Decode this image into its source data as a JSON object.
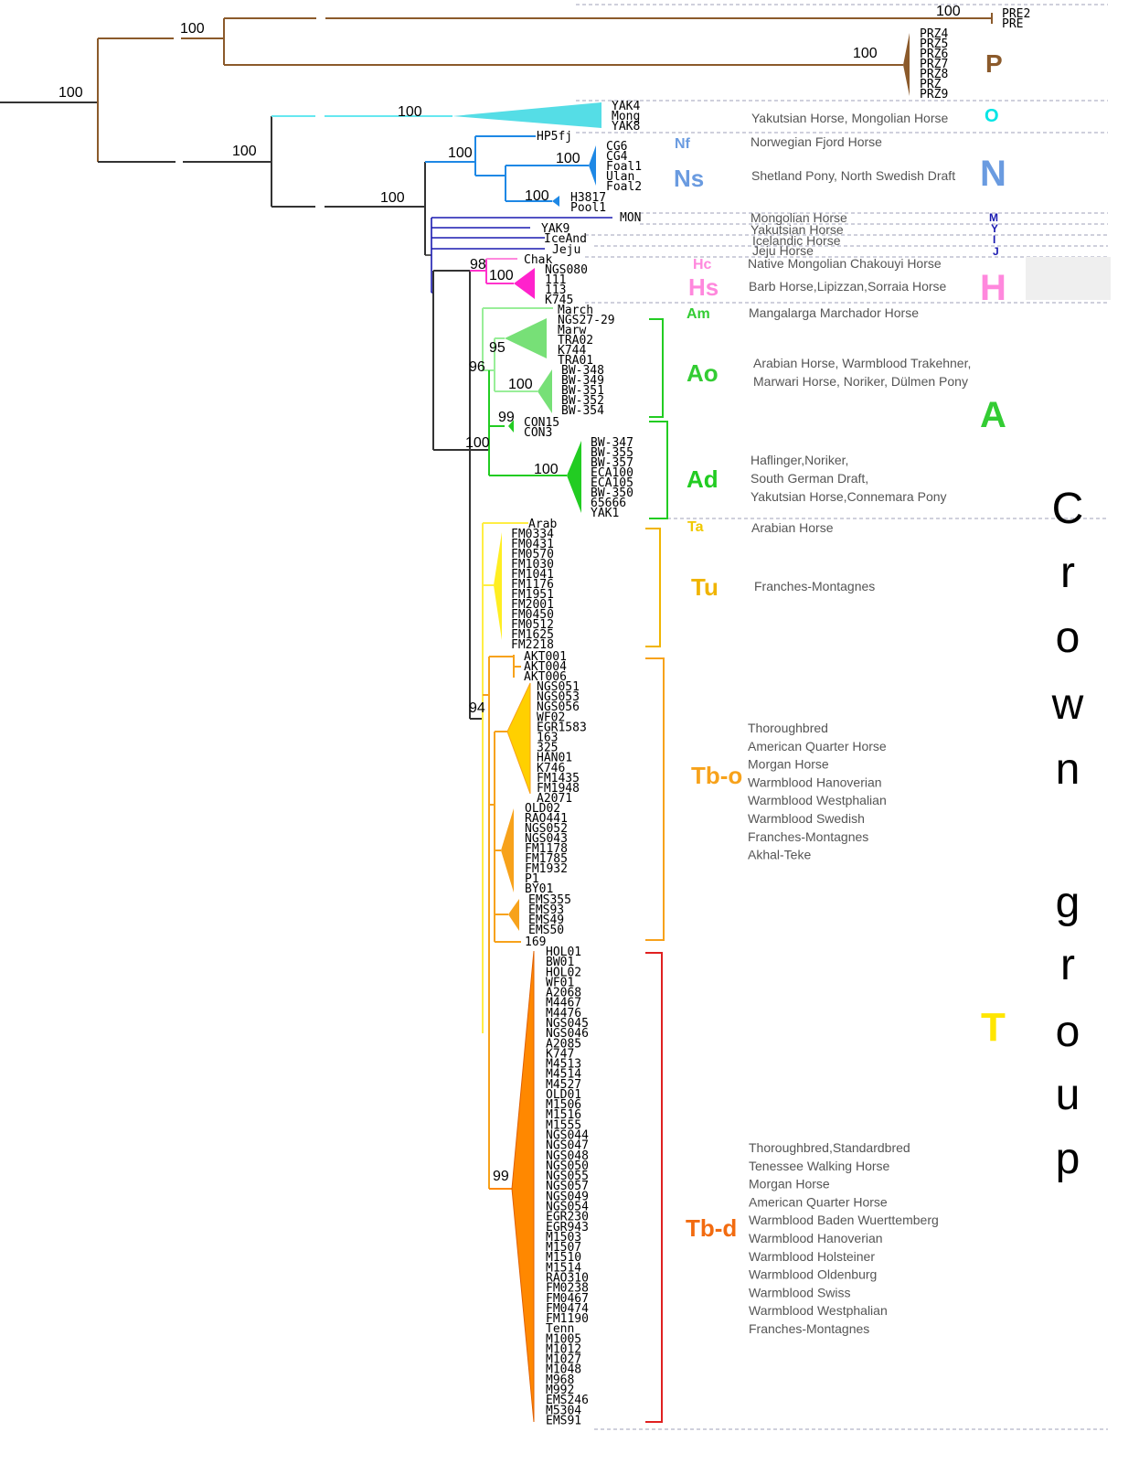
{
  "bootstrap": {
    "root": "100",
    "przewalski_pre": "100",
    "przewalski_pre2": "100",
    "przewalski_prz": "100",
    "o_clade": "100",
    "o_n_node": "100",
    "crown_node": "100",
    "n_clade": "100",
    "ns_upper": "100",
    "ns_lower": "100",
    "h_clade": "98",
    "hs": "100",
    "a_clade": "100",
    "ao_outer": "96",
    "ao_upper": "95",
    "ao_lower": "100",
    "ad_small": "99",
    "ad_big": "100",
    "t_clade": "94",
    "tb_d": "99"
  },
  "leaves": {
    "pre": [
      "PRE2",
      "PRE"
    ],
    "prz": [
      "PRZ4",
      "PRZ5",
      "PRZ6",
      "PRZ7",
      "PRZ8",
      "PRZ",
      "PRZ9"
    ],
    "o": [
      "YAK4",
      "Mong",
      "YAK8"
    ],
    "n": [
      "HP5fj",
      "CG6",
      "CG4",
      "Foal1",
      "Ulan",
      "Foal2",
      "H3817",
      "Pool1"
    ],
    "mixed": [
      "MON",
      "YAK9",
      "IceAnd",
      "Jeju"
    ],
    "h": [
      "Chak",
      "NGS080",
      "111",
      "113",
      "K745"
    ],
    "ao": [
      "March",
      "NGS27-29",
      "Marw",
      "TRA02",
      "K744",
      "TRA01",
      "BW-348",
      "BW-349",
      "BW-351",
      "BW-352",
      "BW-354"
    ],
    "ad": [
      "CON15",
      "CON3",
      "BW-347",
      "BW-355",
      "BW-357",
      "ECA100",
      "ECA105",
      "BW-350",
      "65666",
      "YAK1"
    ],
    "tu": [
      "Arab",
      "FM0334",
      "FM0431",
      "FM0570",
      "FM1030",
      "FM1041",
      "FM1176",
      "FM1951",
      "FM2001",
      "FM0450",
      "FM0512",
      "FM1625",
      "FM2218"
    ],
    "tbo": [
      "AKT001",
      "AKT004",
      "AKT006",
      "NGS051",
      "NGS053",
      "NGS056",
      "WF02",
      "EGR1583",
      "163",
      "325",
      "HAN01",
      "K746",
      "FM1435",
      "FM1948",
      "A2071",
      "OLD02",
      "RAO441",
      "NGS052",
      "NGS043",
      "FM1178",
      "FM1785",
      "FM1932",
      "P1",
      "BY01",
      "EMS355",
      "EMS93",
      "EMS49",
      "EMS50",
      "169"
    ],
    "tbd": [
      "HOL01",
      "BW01",
      "HOL02",
      "WF01",
      "A2068",
      "M4467",
      "M4476",
      "NGS045",
      "NGS046",
      "A2085",
      "K747",
      "M4513",
      "M4514",
      "M4527",
      "OLD01",
      "M1506",
      "M1516",
      "M1555",
      "NGS044",
      "NGS047",
      "NGS048",
      "NGS050",
      "NGS055",
      "NGS057",
      "NGS049",
      "NGS054",
      "EGR230",
      "EGR943",
      "M1503",
      "M1507",
      "M1510",
      "M1514",
      "RAO310",
      "FM0238",
      "FM0467",
      "FM0474",
      "FM1190",
      "Tenn",
      "M1005",
      "M1012",
      "M1027",
      "M1048",
      "M968",
      "M992",
      "EMS246",
      "M5304",
      "EMS91"
    ]
  },
  "subclades": {
    "nf": "Nf",
    "ns": "Ns",
    "hc": "Hc",
    "hs": "Hs",
    "am": "Am",
    "ao": "Ao",
    "ad": "Ad",
    "ta": "Ta",
    "tu": "Tu",
    "tbo": "Tb-o",
    "tbd": "Tb-d"
  },
  "clades": {
    "p": "P",
    "o": "O",
    "n": "N",
    "m": "M",
    "y": "Y",
    "i": "I",
    "j": "J",
    "h": "H",
    "a": "A",
    "t": "T"
  },
  "breeds": {
    "o": "Yakutsian Horse, Mongolian Horse",
    "nf": "Norwegian Fjord Horse",
    "ns": "Shetland Pony, North Swedish Draft",
    "m": "Mongolian Horse",
    "y": "Yakutsian Horse",
    "i": "Icelandic Horse",
    "j": "Jeju Horse",
    "hc": "Native Mongolian Chakouyi Horse",
    "hs": "Barb Horse,Lipizzan,Sorraia Horse",
    "am": "Mangalarga Marchador Horse",
    "ao": [
      "Arabian Horse, Warmblood Trakehner,",
      "Marwari Horse, Noriker, Dülmen Pony"
    ],
    "ad": [
      "Haflinger,Noriker,",
      "South German Draft,",
      "Yakutsian Horse,Connemara Pony"
    ],
    "ta": "Arabian Horse",
    "tu": "Franches-Montagnes",
    "tbo": [
      "Thoroughbred",
      "American Quarter Horse",
      "Morgan Horse",
      "Warmblood Hanoverian",
      "Warmblood Westphalian",
      "Warmblood Swedish",
      "Franches-Montagnes",
      "Akhal-Teke"
    ],
    "tbd": [
      "Thoroughbred,Standardbred",
      "Tenessee Walking Horse",
      "Morgan Horse",
      "American Quarter Horse",
      "Warmblood Baden Wuerttemberg",
      "Warmblood Hanoverian",
      "Warmblood Holsteiner",
      "Warmblood Oldenburg",
      "Warmblood Swiss",
      "Warmblood Westphalian",
      "Franches-Montagnes"
    ]
  },
  "crown_group": [
    "C",
    "r",
    "o",
    "w",
    "n",
    "g",
    "r",
    "o",
    "u",
    "p"
  ],
  "colors": {
    "p": "#8B5A2B",
    "o": "#00E5E5",
    "o_branch": "#66E8F0",
    "n": "#1E88E5",
    "n_light": "#6A9BE0",
    "mixed": "#1A1AB0",
    "h": "#FF33CC",
    "h_light": "#FF88DD",
    "a_light": "#99EE99",
    "a_mid": "#77E077",
    "a_dark": "#22CC22",
    "a_label": "#33CC33",
    "t_light": "#FFEE44",
    "t": "#FFE600",
    "tu_label": "#F0B400",
    "tbo": "#F7A21B",
    "tbd": "#FF8800",
    "tbd_label": "#F26B10",
    "tbd_bracket": "#E02020",
    "dashed": "#9FA0B8"
  }
}
